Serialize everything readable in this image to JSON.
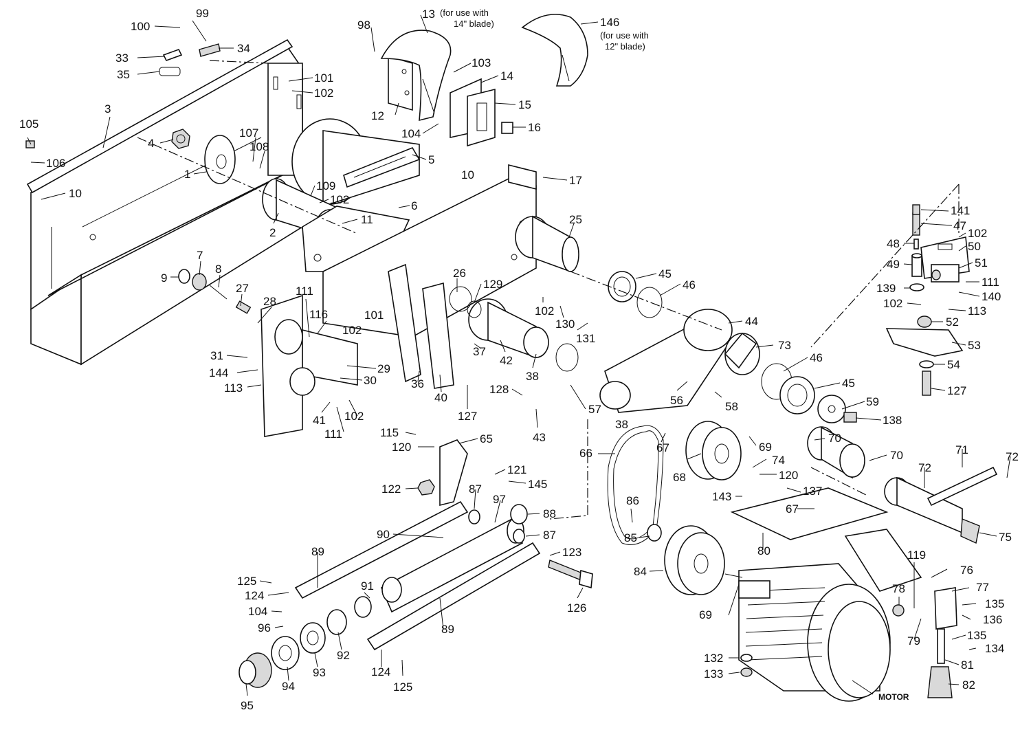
{
  "labels": {
    "100": "100",
    "99": "99",
    "33": "33",
    "34": "34",
    "35": "35",
    "3": "3",
    "105": "105",
    "106": "106",
    "10": "10",
    "4": "4",
    "1": "1",
    "107": "107",
    "108": "108",
    "101": "101",
    "102": "102",
    "109": "109",
    "2": "2",
    "11": "11",
    "6": "6",
    "5": "5",
    "98": "98",
    "13": "13",
    "12": "12",
    "103": "103",
    "14": "14",
    "15": "15",
    "16": "16",
    "104": "104",
    "146": "146",
    "17": "17",
    "25": "25",
    "45": "45",
    "46": "46",
    "44": "44",
    "73": "73",
    "59": "59",
    "138": "138",
    "9": "9",
    "7": "7",
    "8": "8",
    "27": "27",
    "28": "28",
    "111": "111",
    "116": "116",
    "31": "31",
    "144": "144",
    "113": "113",
    "29": "29",
    "30": "30",
    "41": "41",
    "36": "36",
    "40": "40",
    "127": "127",
    "26": "26",
    "129": "129",
    "37": "37",
    "42": "42",
    "38": "38",
    "130": "130",
    "131": "131",
    "128": "128",
    "43": "43",
    "57": "57",
    "56": "56",
    "58": "58",
    "67": "67",
    "68": "68",
    "69": "69",
    "74": "74",
    "120": "120",
    "70": "70",
    "71": "71",
    "72": "72",
    "75": "75",
    "143": "143",
    "137": "137",
    "86": "86",
    "85": "85",
    "66": "66",
    "80": "80",
    "84": "84",
    "119": "119",
    "76": "76",
    "77": "77",
    "78": "78",
    "79": "79",
    "135": "135",
    "136": "136",
    "134": "134",
    "81": "81",
    "82": "82",
    "132": "132",
    "133": "133",
    "141": "141",
    "47": "47",
    "48": "48",
    "50": "50",
    "49": "49",
    "51": "51",
    "139": "139",
    "140": "140",
    "52": "52",
    "53": "53",
    "54": "54",
    "115": "115",
    "65": "65",
    "121": "121",
    "145": "145",
    "122": "122",
    "87": "87",
    "97": "97",
    "88": "88",
    "90": "90",
    "89": "89",
    "123": "123",
    "125": "125",
    "124": "124",
    "126": "126",
    "91": "91",
    "96": "96",
    "93": "93",
    "92": "92",
    "94": "94",
    "95": "95"
  },
  "notes": {
    "blade14_a": "(for use with",
    "blade14_b": "14\" blade)",
    "blade12_a": "(for use with",
    "blade12_b": "12\" blade)"
  },
  "motor_label": "MOTOR"
}
